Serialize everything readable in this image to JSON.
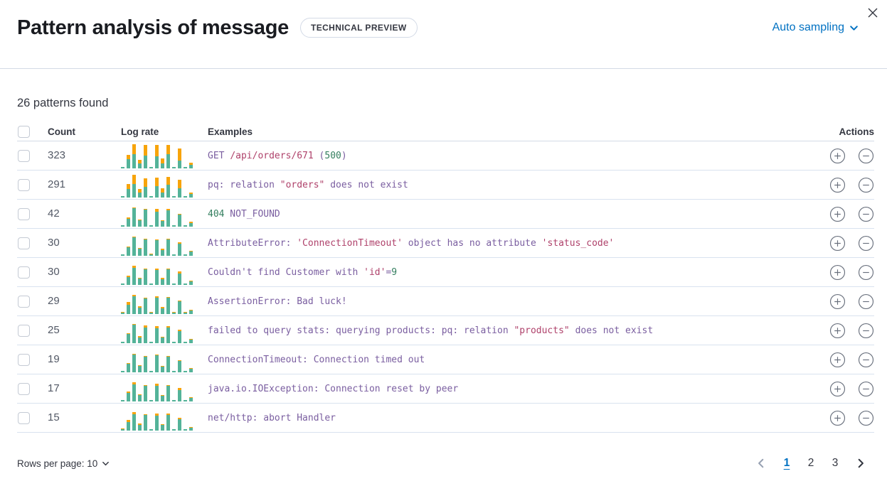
{
  "header": {
    "title": "Pattern analysis of message",
    "badge": "TECHNICAL PREVIEW",
    "sampling_label": "Auto sampling",
    "close_icon": "x"
  },
  "summary": "26 patterns found",
  "table": {
    "columns": {
      "count": "Count",
      "log_rate": "Log rate",
      "examples": "Examples",
      "actions": "Actions"
    },
    "rows": [
      {
        "count": "323",
        "example": [
          {
            "t": "GET ",
            "c": "p"
          },
          {
            "t": "/api/orders/671",
            "c": "r"
          },
          {
            "t": " (",
            "c": "p"
          },
          {
            "t": "500",
            "c": "g"
          },
          {
            "t": ")",
            "c": "p"
          }
        ],
        "chart": [
          [
            2,
            0
          ],
          [
            13,
            6
          ],
          [
            20,
            14
          ],
          [
            7,
            5
          ],
          [
            18,
            15
          ],
          [
            2,
            0
          ],
          [
            17,
            16
          ],
          [
            7,
            7
          ],
          [
            20,
            13
          ],
          [
            2,
            0
          ],
          [
            11,
            17
          ],
          [
            2,
            0
          ],
          [
            5,
            3
          ]
        ]
      },
      {
        "count": "291",
        "example": [
          {
            "t": "pq: relation ",
            "c": "p"
          },
          {
            "t": "\"orders\"",
            "c": "r"
          },
          {
            "t": " does not exist",
            "c": "p"
          }
        ],
        "chart": [
          [
            2,
            0
          ],
          [
            12,
            7
          ],
          [
            19,
            13
          ],
          [
            7,
            5
          ],
          [
            15,
            12
          ],
          [
            2,
            0
          ],
          [
            16,
            12
          ],
          [
            7,
            6
          ],
          [
            18,
            11
          ],
          [
            2,
            0
          ],
          [
            13,
            12
          ],
          [
            2,
            0
          ],
          [
            5,
            2
          ]
        ]
      },
      {
        "count": "42",
        "example": [
          {
            "t": "404",
            "c": "g"
          },
          {
            "t": " NOT_FOUND",
            "c": "p"
          }
        ],
        "chart": [
          [
            2,
            0
          ],
          [
            11,
            2
          ],
          [
            26,
            1
          ],
          [
            9,
            1
          ],
          [
            24,
            1
          ],
          [
            2,
            0
          ],
          [
            21,
            4
          ],
          [
            8,
            1
          ],
          [
            23,
            2
          ],
          [
            2,
            0
          ],
          [
            17,
            1
          ],
          [
            2,
            0
          ],
          [
            5,
            2
          ]
        ]
      },
      {
        "count": "30",
        "example": [
          {
            "t": "AttributeError: ",
            "c": "p"
          },
          {
            "t": "'ConnectionTimeout'",
            "c": "r"
          },
          {
            "t": " object has no attribute ",
            "c": "p"
          },
          {
            "t": "'status_code'",
            "c": "r"
          }
        ],
        "chart": [
          [
            2,
            0
          ],
          [
            12,
            1
          ],
          [
            26,
            1
          ],
          [
            10,
            1
          ],
          [
            23,
            1
          ],
          [
            2,
            1
          ],
          [
            22,
            1
          ],
          [
            8,
            2
          ],
          [
            23,
            1
          ],
          [
            2,
            0
          ],
          [
            17,
            2
          ],
          [
            2,
            0
          ],
          [
            6,
            1
          ]
        ]
      },
      {
        "count": "30",
        "example": [
          {
            "t": "Couldn't find Customer with ",
            "c": "p"
          },
          {
            "t": "'id'",
            "c": "r"
          },
          {
            "t": "=",
            "c": "p"
          },
          {
            "t": "9",
            "c": "g"
          }
        ],
        "chart": [
          [
            2,
            0
          ],
          [
            11,
            2
          ],
          [
            24,
            3
          ],
          [
            9,
            1
          ],
          [
            22,
            1
          ],
          [
            2,
            0
          ],
          [
            21,
            2
          ],
          [
            8,
            2
          ],
          [
            22,
            1
          ],
          [
            2,
            0
          ],
          [
            16,
            3
          ],
          [
            2,
            0
          ],
          [
            5,
            1
          ]
        ]
      },
      {
        "count": "29",
        "example": [
          {
            "t": "AssertionError: Bad luck!",
            "c": "p"
          }
        ],
        "chart": [
          [
            2,
            1
          ],
          [
            13,
            4
          ],
          [
            25,
            2
          ],
          [
            9,
            2
          ],
          [
            22,
            1
          ],
          [
            2,
            1
          ],
          [
            23,
            2
          ],
          [
            8,
            2
          ],
          [
            23,
            1
          ],
          [
            2,
            1
          ],
          [
            18,
            1
          ],
          [
            2,
            1
          ],
          [
            5,
            1
          ]
        ]
      },
      {
        "count": "25",
        "example": [
          {
            "t": "failed to query stats: querying products: pq: relation ",
            "c": "p"
          },
          {
            "t": "\"products\"",
            "c": "r"
          },
          {
            "t": " does not exist",
            "c": "p"
          }
        ],
        "chart": [
          [
            2,
            0
          ],
          [
            13,
            1
          ],
          [
            26,
            1
          ],
          [
            8,
            2
          ],
          [
            22,
            3
          ],
          [
            2,
            0
          ],
          [
            21,
            3
          ],
          [
            8,
            1
          ],
          [
            22,
            2
          ],
          [
            2,
            0
          ],
          [
            17,
            2
          ],
          [
            2,
            0
          ],
          [
            5,
            1
          ]
        ]
      },
      {
        "count": "19",
        "example": [
          {
            "t": "ConnectionTimeout: Connection timed out",
            "c": "p"
          }
        ],
        "chart": [
          [
            2,
            0
          ],
          [
            12,
            1
          ],
          [
            25,
            1
          ],
          [
            9,
            1
          ],
          [
            22,
            1
          ],
          [
            2,
            0
          ],
          [
            24,
            1
          ],
          [
            8,
            1
          ],
          [
            22,
            1
          ],
          [
            2,
            0
          ],
          [
            16,
            1
          ],
          [
            2,
            0
          ],
          [
            5,
            1
          ]
        ]
      },
      {
        "count": "17",
        "example": [
          {
            "t": "java.io.IOException: Connection reset by peer",
            "c": "p"
          }
        ],
        "chart": [
          [
            2,
            0
          ],
          [
            12,
            2
          ],
          [
            24,
            3
          ],
          [
            9,
            1
          ],
          [
            22,
            1
          ],
          [
            2,
            0
          ],
          [
            22,
            3
          ],
          [
            8,
            1
          ],
          [
            22,
            1
          ],
          [
            2,
            0
          ],
          [
            16,
            3
          ],
          [
            2,
            0
          ],
          [
            5,
            1
          ]
        ]
      },
      {
        "count": "15",
        "example": [
          {
            "t": "net/http: abort Handler",
            "c": "p"
          }
        ],
        "chart": [
          [
            2,
            1
          ],
          [
            12,
            3
          ],
          [
            23,
            3
          ],
          [
            8,
            2
          ],
          [
            22,
            1
          ],
          [
            2,
            0
          ],
          [
            21,
            3
          ],
          [
            8,
            1
          ],
          [
            22,
            2
          ],
          [
            2,
            0
          ],
          [
            16,
            2
          ],
          [
            2,
            0
          ],
          [
            4,
            1
          ]
        ]
      }
    ]
  },
  "footer": {
    "rows_per_page_label": "Rows per page: 10",
    "pagination": {
      "pages": [
        "1",
        "2",
        "3"
      ],
      "active": "1"
    }
  },
  "colors": {
    "accent_blue": "#0071C2",
    "bar_green": "#54B399",
    "bar_orange": "#F7A40B",
    "token_purple": "#7A5EA0",
    "token_red": "#AF426B",
    "token_green": "#337E5E",
    "divider": "#D3DAE6"
  }
}
